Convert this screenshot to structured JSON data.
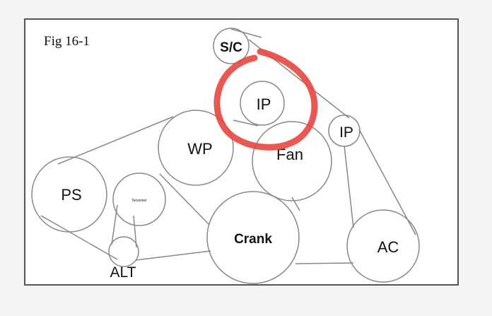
{
  "figure": {
    "label": "Fig 16-1"
  },
  "pulleys": {
    "sc": "S/C",
    "ip_upper": "IP",
    "ip_right": "IP",
    "wp": "WP",
    "fan": "Fan",
    "ps": "PS",
    "tensioner": "Tensioner",
    "crank": "Crank",
    "ac": "AC",
    "alt": "ALT"
  },
  "annotation": {
    "color": "#e8463f",
    "target": "IP"
  },
  "colors": {
    "line": "#888888",
    "frame": "#555555",
    "background": "#f4f4f4",
    "paper": "#ffffff"
  }
}
